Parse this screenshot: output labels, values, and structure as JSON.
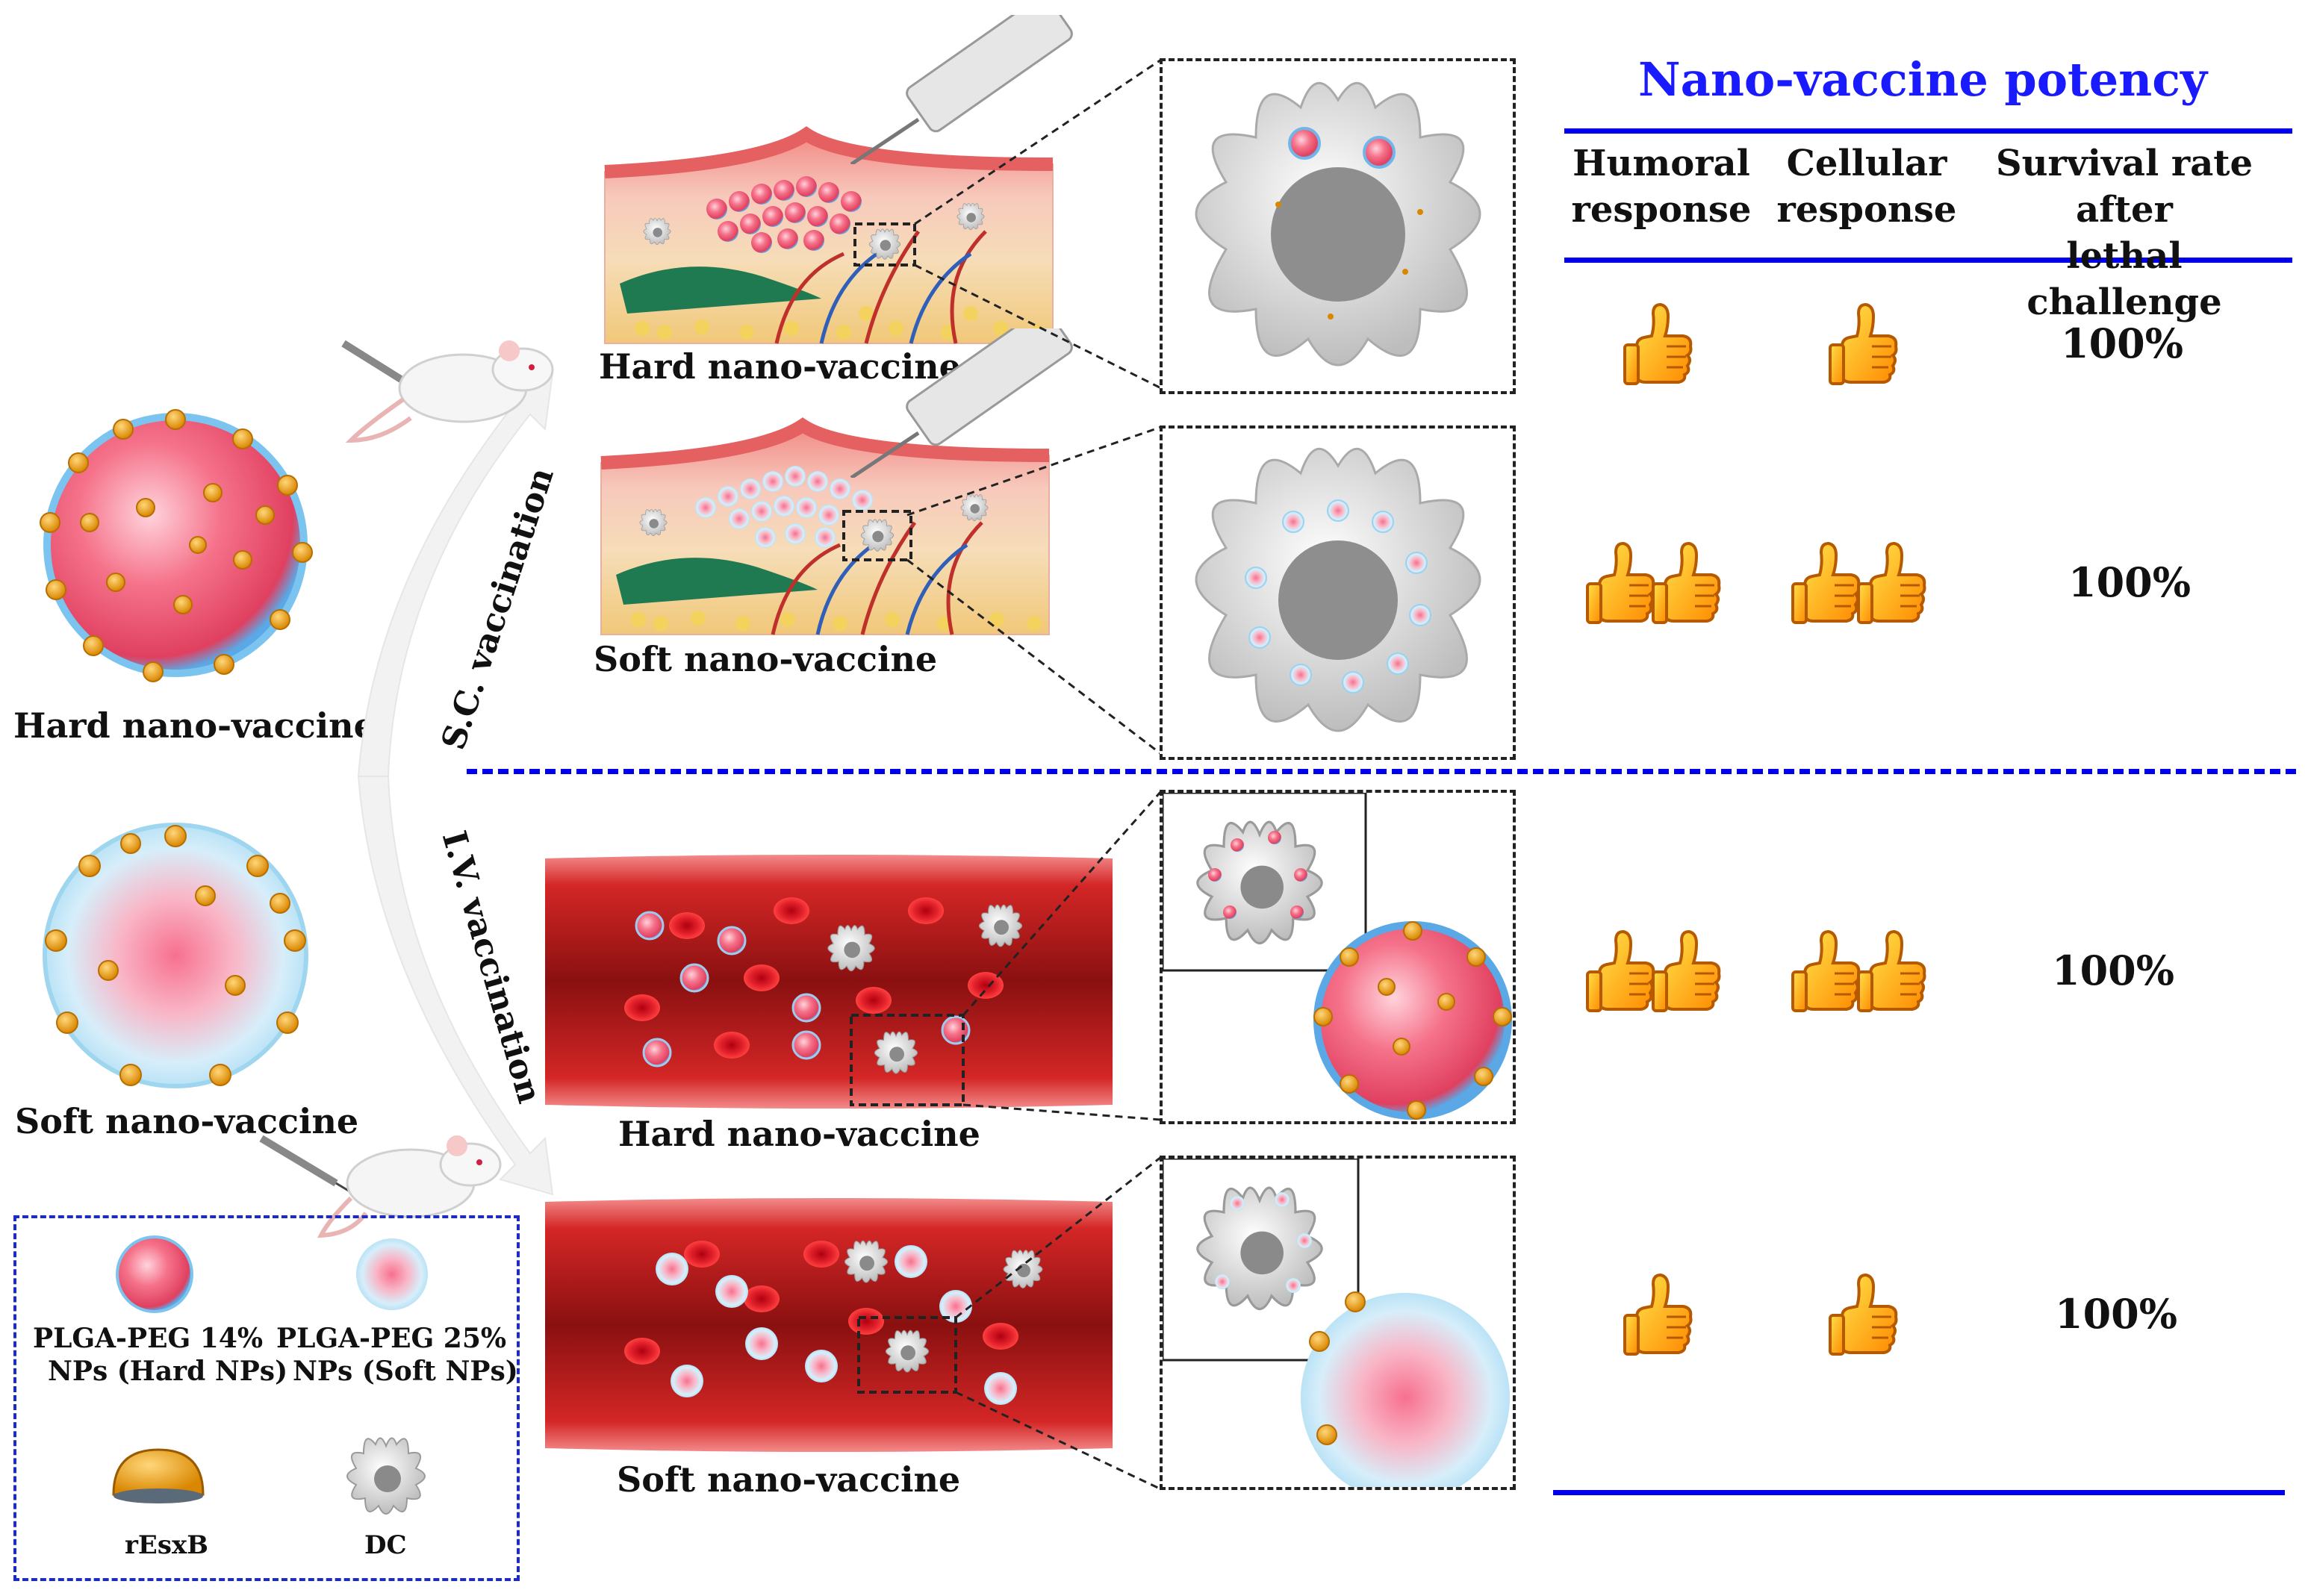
{
  "title": "Nano-vaccine potency",
  "columns": {
    "humoral": [
      "Humoral",
      "response"
    ],
    "cellular": [
      "Cellular",
      "response"
    ],
    "survival": [
      "Survival rate after",
      "lethal challenge"
    ]
  },
  "rows": [
    {
      "group": "Hard nano-vaccine",
      "route": "S.C.",
      "humoral_thumbs": 1,
      "cellular_thumbs": 1,
      "survival": "100%"
    },
    {
      "group": "Soft nano-vaccine",
      "route": "S.C.",
      "humoral_thumbs": 2,
      "cellular_thumbs": 2,
      "survival": "100%"
    },
    {
      "group": "Hard nano-vaccine",
      "route": "I.V.",
      "humoral_thumbs": 2,
      "cellular_thumbs": 2,
      "survival": "100%"
    },
    {
      "group": "Soft nano-vaccine",
      "route": "I.V.",
      "humoral_thumbs": 1,
      "cellular_thumbs": 1,
      "survival": "100%"
    }
  ],
  "left": {
    "hard_label": "Hard nano-vaccine",
    "soft_label": "Soft nano-vaccine",
    "sc_route": "S.C. vaccination",
    "iv_route": "I.V. vaccination"
  },
  "middle": {
    "sc_hard": "Hard nano-vaccine",
    "sc_soft": "Soft nano-vaccine",
    "iv_hard": "Hard nano-vaccine",
    "iv_soft": "Soft nano-vaccine"
  },
  "legend": {
    "hard_np": [
      "PLGA-PEG 14%",
      "NPs (Hard NPs)"
    ],
    "soft_np": [
      "PLGA-PEG 25%",
      "NPs (Soft NPs)"
    ],
    "antigen": "rEsxB",
    "dc": "DC"
  },
  "colors": {
    "title_blue": "#1a1aff",
    "line_blue": "#0000ee",
    "hard_core": "#f0607a",
    "soft_core": "#f7a6b8",
    "soft_shell": "#bfe6f5",
    "antigen": "#f0a020",
    "vessel": "#c81c1c",
    "thumb": "#ffaa00"
  }
}
